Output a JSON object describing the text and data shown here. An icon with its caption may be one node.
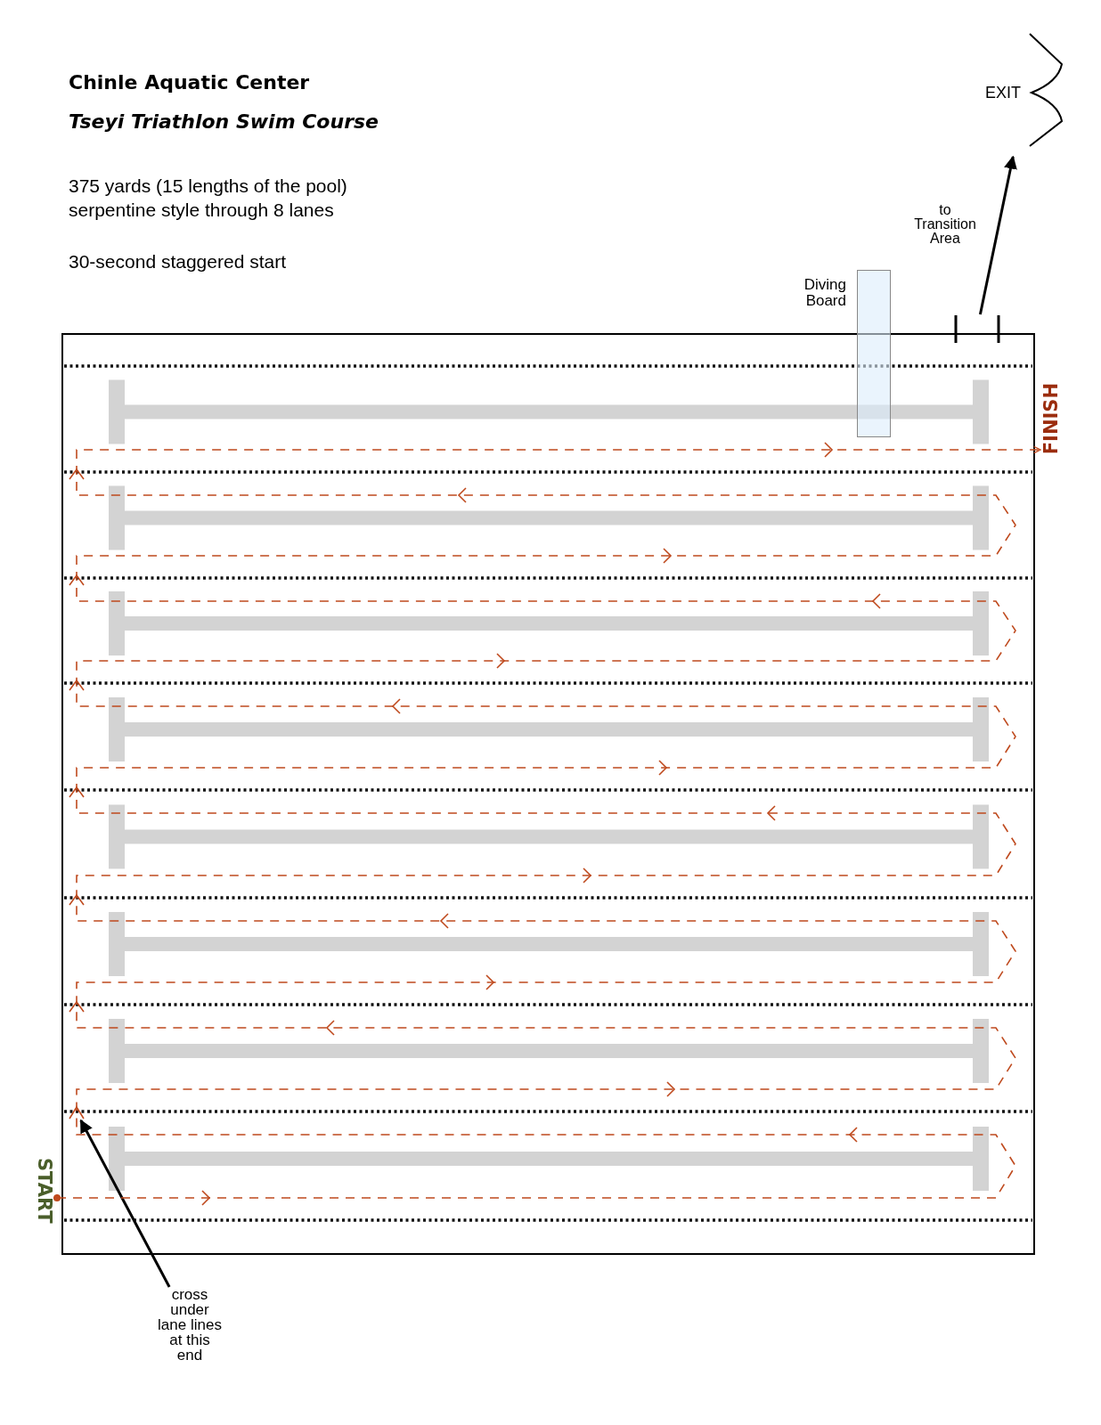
{
  "diagram": {
    "title": "Chinle Aquatic Center",
    "nodes": [
      {
        "text": [
          "EXIT"
        ]
      },
      {
        "text": [
          "Diving Board"
        ]
      },
      {
        "text": [
          "START"
        ]
      },
      {
        "text": [
          "FINISH"
        ]
      },
      {
        "text": [
          "cross under lane lines at this end"
        ]
      },
      {
        "text": [],
        "shape": "bar"
      },
      {
        "text": [],
        "shape": "chevron"
      }
    ],
    "edges": [
      {
        "from": 5,
        "to": 0,
        "arrow": "to",
        "label": "to Transition Area"
      },
      {
        "from": 4,
        "to": 6,
        "arrow": "to"
      },
      {
        "from": 2,
        "to": 3,
        "arrow": "to",
        "style": "dashed",
        "color": "#bf4a1e"
      }
    ],
    "labels": [
      "Tseyi Triathlon Swim Course",
      "375 yards (15 lengths of the pool) serpentine style through 8 lanes",
      "30-second staggered start"
    ]
  }
}
